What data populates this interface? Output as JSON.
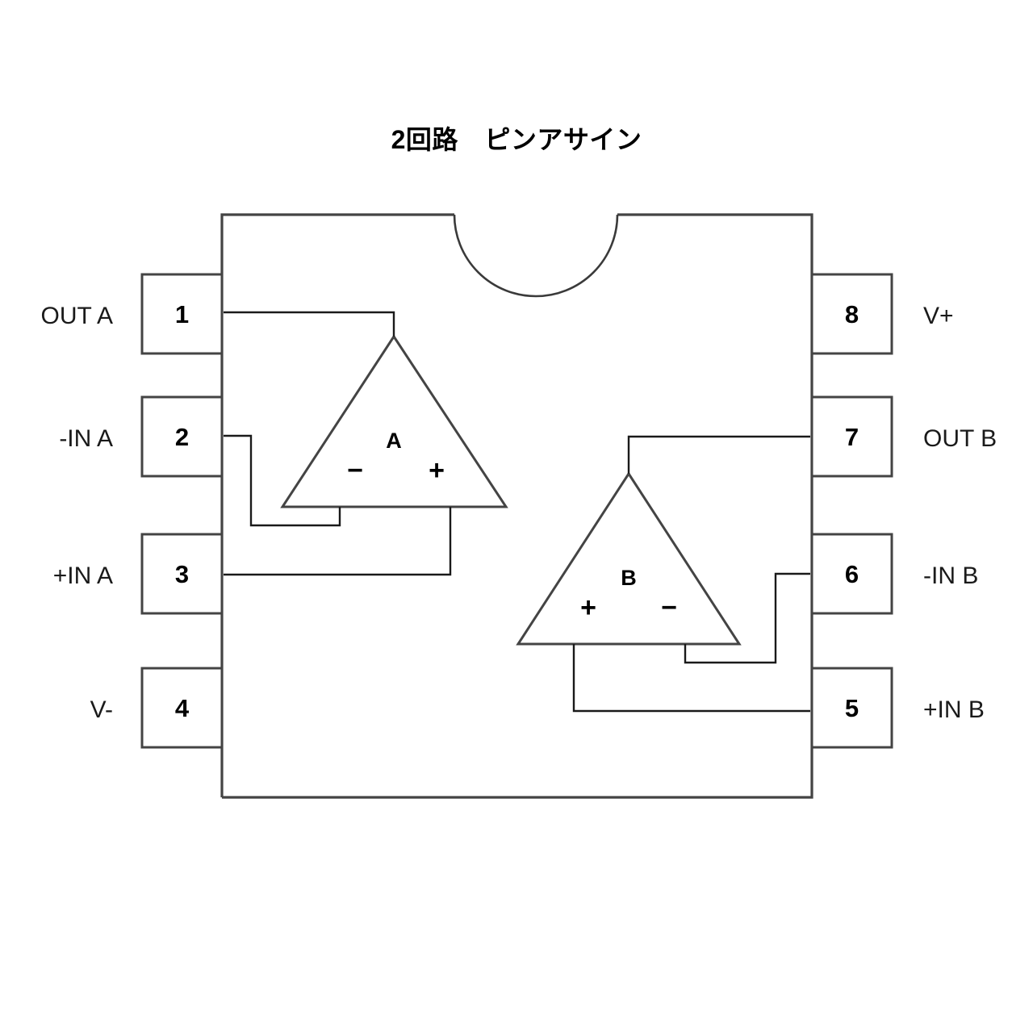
{
  "title": "2回路　ピンアサイン",
  "package": {
    "notch_shape": "semicircle-top",
    "body_color": "#ffffff",
    "line_color": "#444444",
    "thin_line_color": "#1a1a1a"
  },
  "pins": {
    "left": [
      {
        "number": "1",
        "label": "OUT A"
      },
      {
        "number": "2",
        "label": "-IN A"
      },
      {
        "number": "3",
        "label": "+IN A"
      },
      {
        "number": "4",
        "label": "V-"
      }
    ],
    "right": [
      {
        "number": "8",
        "label": "V+"
      },
      {
        "number": "7",
        "label": "OUT B"
      },
      {
        "number": "6",
        "label": "-IN B"
      },
      {
        "number": "5",
        "label": "+IN B"
      }
    ]
  },
  "amplifiers": [
    {
      "name": "A",
      "orientation": "minus-left",
      "inverting_sign": "−",
      "noninverting_sign": "+",
      "output_pin": "1",
      "inverting_pin": "2",
      "noninverting_pin": "3"
    },
    {
      "name": "B",
      "orientation": "plus-left",
      "inverting_sign": "−",
      "noninverting_sign": "+",
      "output_pin": "7",
      "inverting_pin": "6",
      "noninverting_pin": "5"
    }
  ]
}
